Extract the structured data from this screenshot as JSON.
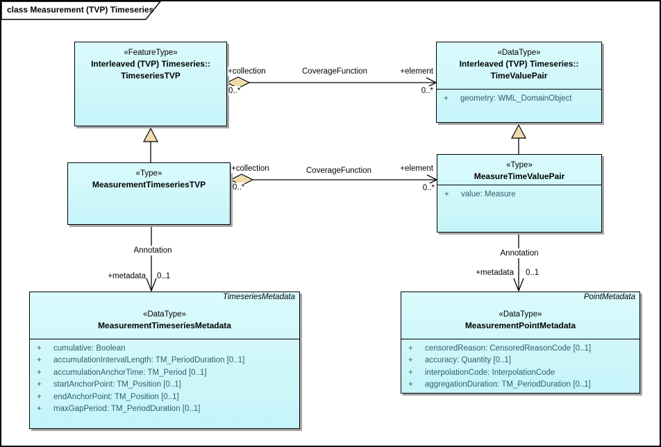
{
  "frame": {
    "title": "class Measurement (TVP) Timeseries"
  },
  "colors": {
    "box_fill_top": "#dafbfd",
    "box_fill_bottom": "#c6f4f9",
    "box_border": "#000000",
    "attribute_text": "#2f5f66",
    "arrowhead_fill": "#f0dbad",
    "shadow": "#a6a6a6"
  },
  "attribute_visibility": "+",
  "classes": [
    {
      "id": "timeseries-tvp",
      "stereotype": "«FeatureType»",
      "name_lines": [
        "Interleaved (TVP) Timeseries::",
        "TimeseriesTVP"
      ],
      "attributes": []
    },
    {
      "id": "time-value-pair",
      "stereotype": "«DataType»",
      "name_lines": [
        "Interleaved (TVP) Timeseries::",
        "TimeValuePair"
      ],
      "attributes": [
        "geometry: WML_DomainObject"
      ]
    },
    {
      "id": "measurement-timeseries-tvp",
      "stereotype": "«Type»",
      "name_lines": [
        "MeasurementTimeseriesTVP"
      ],
      "attributes": []
    },
    {
      "id": "measure-time-value-pair",
      "stereotype": "«Type»",
      "name_lines": [
        "MeasureTimeValuePair"
      ],
      "attributes": [
        "value: Measure"
      ]
    },
    {
      "id": "measurement-timeseries-metadata",
      "tag": "TimeseriesMetadata",
      "stereotype": "«DataType»",
      "name_lines": [
        "MeasurementTimeseriesMetadata"
      ],
      "attributes": [
        "cumulative: Boolean",
        "accumulationIntervalLength: TM_PeriodDuration [0..1]",
        "accumulationAnchorTime: TM_Period [0..1]",
        "startAnchorPoint: TM_Position [0..1]",
        "endAnchorPoint: TM_Position [0..1]",
        "maxGapPeriod: TM_PeriodDuration [0..1]"
      ]
    },
    {
      "id": "measurement-point-metadata",
      "tag": "PointMetadata",
      "stereotype": "«DataType»",
      "name_lines": [
        "MeasurementPointMetadata"
      ],
      "attributes": [
        "censoredReason: CensoredReasonCode [0..1]",
        "accuracy: Quantity [0..1]",
        "interpolationCode: InterpolationCode",
        "aggregationDuration: TM_PeriodDuration [0..1]"
      ]
    }
  ],
  "connectors": {
    "coverage1": {
      "name": "CoverageFunction",
      "source_role": "+collection",
      "source_mult": "0..*",
      "target_role": "+element",
      "target_mult": "0..*"
    },
    "coverage2": {
      "name": "CoverageFunction",
      "source_role": "+collection",
      "source_mult": "0..*",
      "target_role": "+element",
      "target_mult": "0..*"
    },
    "annotation1": {
      "name": "Annotation",
      "target_role": "+metadata",
      "target_mult": "0..1"
    },
    "annotation2": {
      "name": "Annotation",
      "target_role": "+metadata",
      "target_mult": "0..1"
    }
  }
}
